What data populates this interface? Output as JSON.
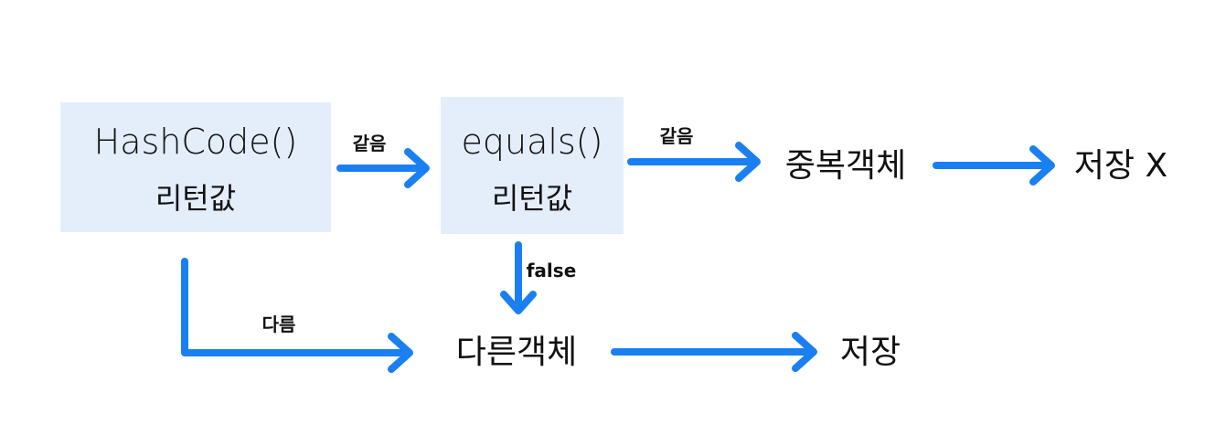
{
  "colors": {
    "arrow": "#1a7ff0",
    "box_fill": "#e4eefb",
    "text": "#111111"
  },
  "nodes": {
    "hashcode": {
      "title": "HashCode()",
      "sub": "리턴값"
    },
    "equals": {
      "title": "equals()",
      "sub": "리턴값"
    },
    "duplicate": {
      "label": "중복객체"
    },
    "no_store": {
      "label": "저장 X"
    },
    "different": {
      "label": "다른객체"
    },
    "store": {
      "label": "저장"
    }
  },
  "edges": {
    "hash_to_equals": {
      "label": "같음"
    },
    "equals_to_duplicate": {
      "label": "같음"
    },
    "duplicate_to_nostore": {
      "label": ""
    },
    "equals_to_different": {
      "label": "false"
    },
    "hash_to_different": {
      "label": "다름"
    },
    "different_to_store": {
      "label": ""
    }
  }
}
